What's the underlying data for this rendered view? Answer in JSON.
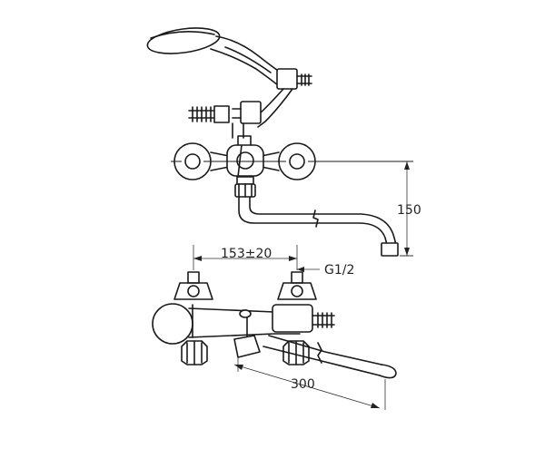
{
  "dimensions": {
    "height_label": "150",
    "spacing_label": "153±20",
    "thread_label": "G1/2",
    "spout_length_label": "300"
  }
}
